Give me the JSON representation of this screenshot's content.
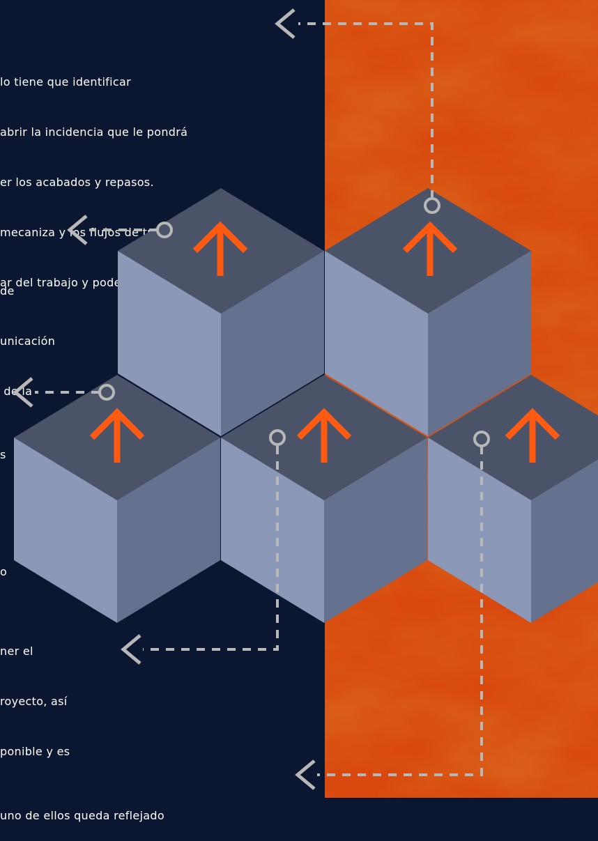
{
  "colors": {
    "navy": "#0b1630",
    "orange": "#d9480e",
    "cube_top": "#4a5367",
    "cube_left": "#8b98b8",
    "cube_right": "#647290",
    "arrow": "#ff5a12",
    "connector": "#b8b8b8"
  },
  "texts": {
    "block1": [
      "lo tiene que identificar",
      "abrir la incidencia que le pondrá",
      "er los acabados y repasos.",
      "mecaniza y los flujos de trabajo",
      "ar del trabajo y poder"
    ],
    "block2": [
      "de",
      "unicación",
      " de la"
    ],
    "block3": [
      "s",
      "",
      "",
      "o"
    ],
    "block4": [
      "ner el",
      "royecto, así",
      "ponible y es"
    ],
    "block5": [
      "uno de ellos queda reflejado"
    ]
  },
  "icons": {
    "cube_arrow": "arrow-up-icon",
    "pointer": "chevron-left-icon",
    "node": "circle-node-icon"
  }
}
